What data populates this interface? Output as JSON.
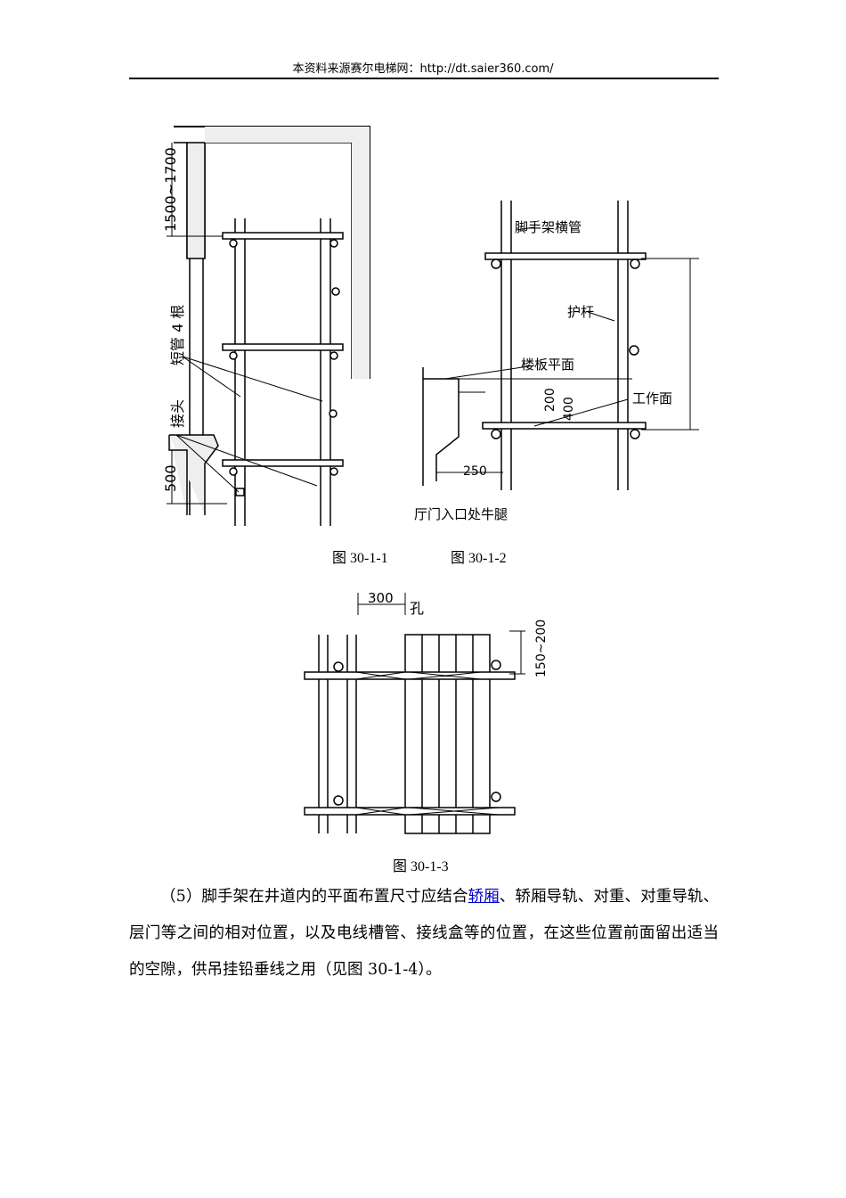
{
  "header": {
    "text": "本资料来源赛尔电梯网：http://dt.saier360.com/"
  },
  "fig1": {
    "dim_top": "1500~1700",
    "dim_bottom": "500",
    "label_short": "短管 4 根",
    "label_joint": "接头",
    "caption": "图 30-1-1"
  },
  "fig2": {
    "label_cross": "脚手架横管",
    "label_guard": "护杆",
    "label_floor": "楼板平面",
    "label_work": "工作面",
    "dim_200": "200",
    "dim_400": "400",
    "dim_250": "250",
    "label_corbel": "厅门入口处牛腿",
    "caption": "图 30-1-2"
  },
  "fig3": {
    "dim_300": "300",
    "label_hole": "孔",
    "dim_side": "150~200",
    "caption": "图 30-1-3"
  },
  "paragraph": {
    "part1": "（5）脚手架在井道内的平面布置尺寸应结合",
    "link": "轿厢",
    "part2": "、轿厢导轨、对重、对重导轨、层门等之间的相对位置，以及电线槽管、接线盒等的位置，在这些位置前面留出适当的空隙，供吊挂铅垂线之用（见图 30-1-4）。"
  }
}
